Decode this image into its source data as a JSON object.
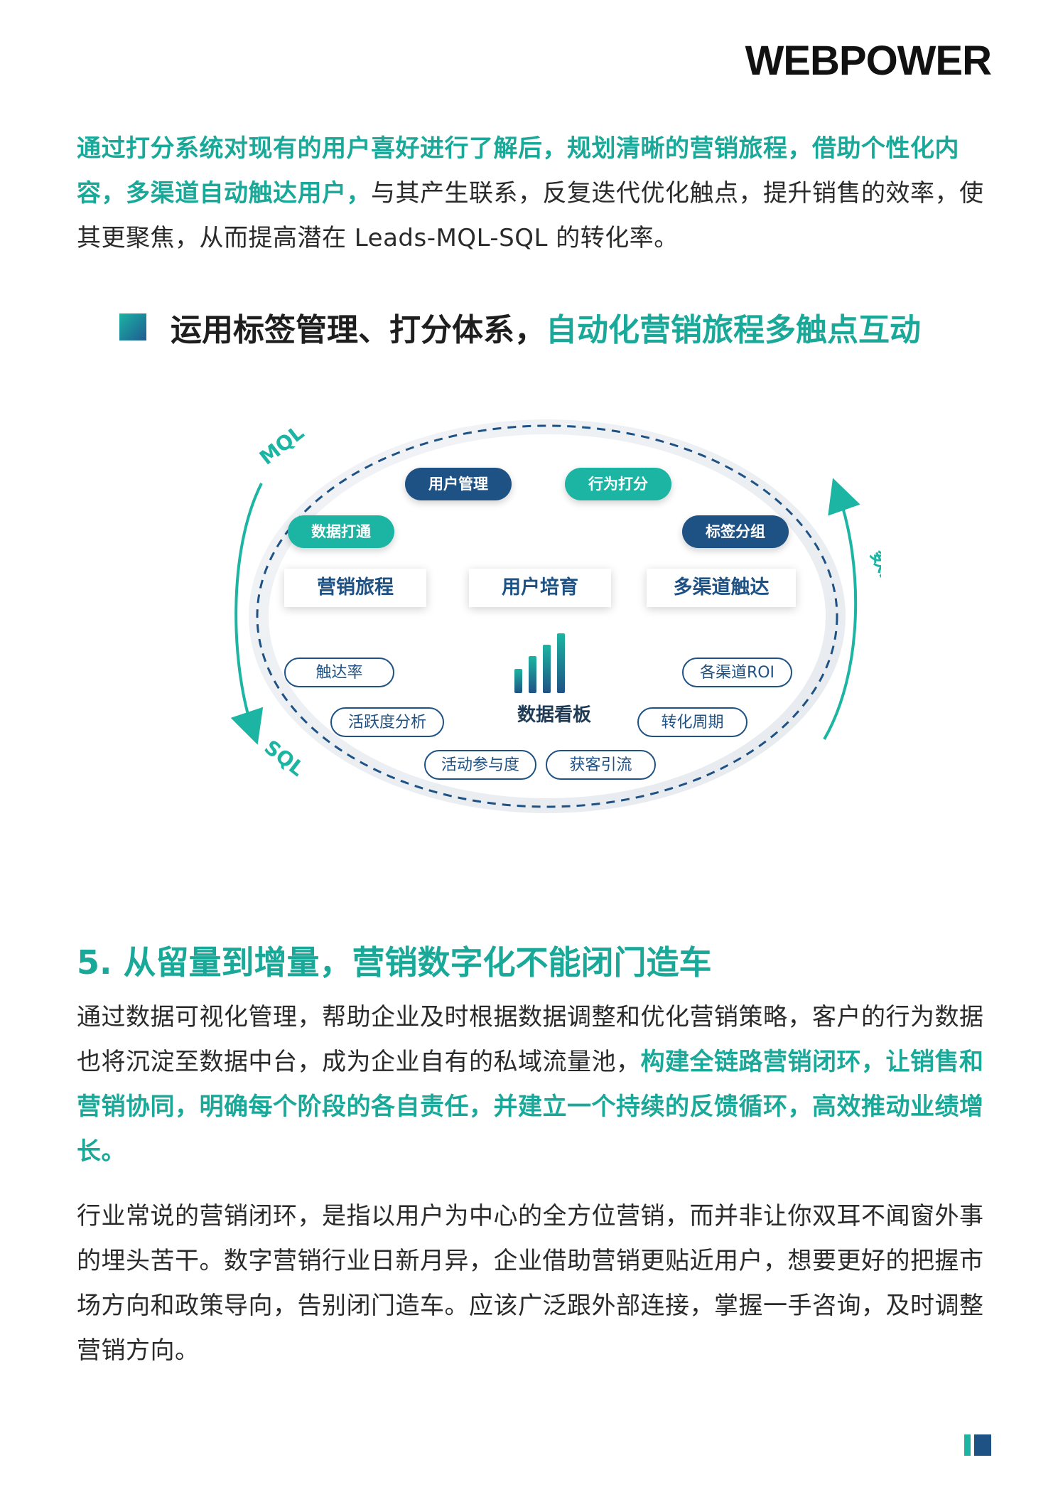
{
  "header": {
    "logo_text": "WEBPOWER"
  },
  "intro": {
    "highlight": "通过打分系统对现有的用户喜好进行了解后，规划清晰的营销旅程，借助个性化内容，多渠道自动触达用户，",
    "rest": "与其产生联系，反复迭代优化触点，提升销售的效率，使其更聚焦，从而提高潜在 Leads-MQL-SQL 的转化率。"
  },
  "subheading": {
    "dark": "运用标签管理、打分体系，",
    "teal": "自动化营销旅程多触点互动"
  },
  "diagram": {
    "mql_label": "MQL",
    "sql_label": "SQL",
    "feedback_label": "数据反馈",
    "dashboard_label": "数据看板",
    "solid_pills": [
      {
        "label": "用户管理",
        "color": "#1f5284"
      },
      {
        "label": "行为打分",
        "color": "#1cb4a2"
      },
      {
        "label": "数据打通",
        "color": "#1cb4a2"
      },
      {
        "label": "标签分组",
        "color": "#1f5284"
      }
    ],
    "boxes": [
      "营销旅程",
      "用户培育",
      "多渠道触达"
    ],
    "metrics": [
      "触达率",
      "各渠道ROI",
      "活跃度分析",
      "转化周期",
      "活动参与度",
      "获客引流"
    ]
  },
  "section5": {
    "title": "5. 从留量到增量，营销数字化不能闭门造车",
    "p1_plain": "通过数据可视化管理，帮助企业及时根据数据调整和优化营销策略，客户的行为数据也将沉淀至数据中台，成为企业自有的私域流量池，",
    "p1_highlight": "构建全链路营销闭环，让销售和营销协同，明确每个阶段的各自责任，并建立一个持续的反馈循环，高效推动业绩增长。",
    "p2": "行业常说的营销闭环，是指以用户为中心的全方位营销，而并非让你双耳不闻窗外事的埋头苦干。数字营销行业日新月异，企业借助营销更贴近用户，想要更好的把握市场方向和政策导向，告别闭门造车。应该广泛跟外部连接，掌握一手咨询，及时调整营销方向。"
  },
  "colors": {
    "teal": "#1aa899",
    "navy": "#1f5284"
  }
}
